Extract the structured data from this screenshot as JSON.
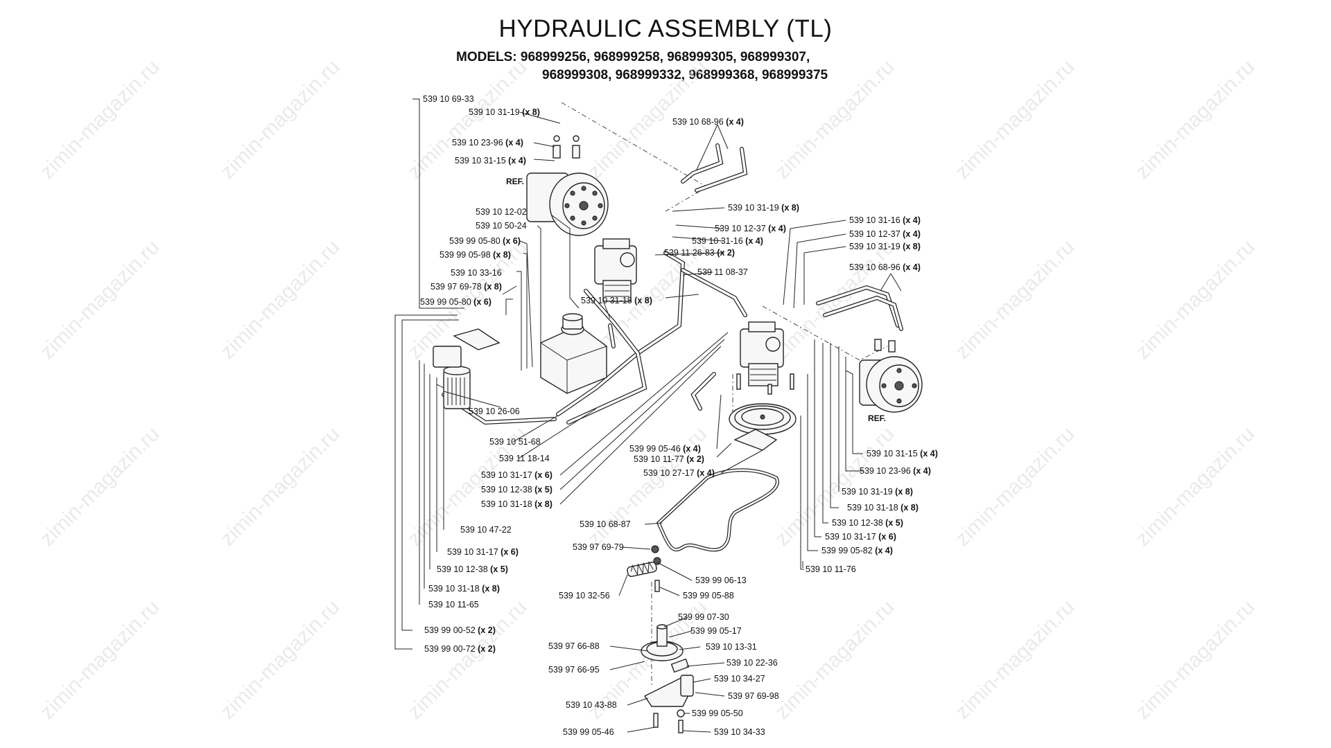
{
  "title": "HYDRAULIC ASSEMBLY (TL)",
  "models_line1": "MODELS:  968999256,  968999258,  968999305,  968999307,",
  "models_line2": "968999308, 968999332, 968999368, 968999375",
  "ref_label": "REF.",
  "watermark": "zimin-magazin.ru",
  "labels": {
    "l1": {
      "part": "539 10 69-33",
      "qty": ""
    },
    "l2": {
      "part": "539 10 31-19",
      "qty": "(x 8)"
    },
    "l3": {
      "part": "539 10 23-96",
      "qty": "(x 4)"
    },
    "l4": {
      "part": "539 10 31-15",
      "qty": "(x 4)"
    },
    "l5": {
      "part": "539 10 68-96",
      "qty": "(x 4)"
    },
    "l6": {
      "part": "539 10 12-02",
      "qty": ""
    },
    "l7": {
      "part": "539 10 50-24",
      "qty": ""
    },
    "l8": {
      "part": "539 99 05-80",
      "qty": "(x 6)"
    },
    "l9": {
      "part": "539 99 05-98",
      "qty": "(x 8)"
    },
    "l10": {
      "part": "539 10 33-16",
      "qty": ""
    },
    "l11": {
      "part": "539 97 69-78",
      "qty": "(x 8)"
    },
    "l12": {
      "part": "539 99 05-80",
      "qty": "(x 6)"
    },
    "l13": {
      "part": "539 10 31-19",
      "qty": "(x 8)"
    },
    "l14": {
      "part": "539 10 12-37",
      "qty": "(x 4)"
    },
    "l15": {
      "part": "539 10 31-16",
      "qty": "(x 4)"
    },
    "l16": {
      "part": "539 11 26-83",
      "qty": "(x 2)"
    },
    "l17": {
      "part": "539 11 08-37",
      "qty": ""
    },
    "l18": {
      "part": "539 10 31-18",
      "qty": "(x 8)"
    },
    "l19": {
      "part": "539 10 31-16",
      "qty": "(x 4)"
    },
    "l20": {
      "part": "539 10 12-37",
      "qty": "(x 4)"
    },
    "l21": {
      "part": "539 10 31-19",
      "qty": "(x 8)"
    },
    "l22": {
      "part": "539 10 68-96",
      "qty": "(x 4)"
    },
    "l23": {
      "part": "539 10 26-06",
      "qty": ""
    },
    "l24": {
      "part": "539 10 51-68",
      "qty": ""
    },
    "l25": {
      "part": "539 11 18-14",
      "qty": ""
    },
    "l26": {
      "part": "539 10 31-17",
      "qty": "(x 6)"
    },
    "l27": {
      "part": "539 10 12-38",
      "qty": "(x 5)"
    },
    "l28": {
      "part": "539 10 31-18",
      "qty": "(x 8)"
    },
    "l29": {
      "part": "539 99 05-46",
      "qty": "(x 4)"
    },
    "l30": {
      "part": "539 10 11-77",
      "qty": "(x 2)"
    },
    "l31": {
      "part": "539 10 27-17",
      "qty": "(x 4)"
    },
    "l32": {
      "part": "539 10 31-15",
      "qty": "(x 4)"
    },
    "l33": {
      "part": "539 10 23-96",
      "qty": "(x 4)"
    },
    "l34": {
      "part": "539 10 31-19",
      "qty": "(x 8)"
    },
    "l35": {
      "part": "539 10 31-18",
      "qty": "(x 8)"
    },
    "l36": {
      "part": "539 10 12-38",
      "qty": "(x 5)"
    },
    "l37": {
      "part": "539 10 31-17",
      "qty": "(x 6)"
    },
    "l38": {
      "part": "539 99 05-82",
      "qty": "(x 4)"
    },
    "l39": {
      "part": "539 10 11-76",
      "qty": ""
    },
    "l40": {
      "part": "539 10 47-22",
      "qty": ""
    },
    "l41": {
      "part": "539 10 68-87",
      "qty": ""
    },
    "l42": {
      "part": "539 10 31-17",
      "qty": "(x 6)"
    },
    "l43": {
      "part": "539 97 69-79",
      "qty": ""
    },
    "l44": {
      "part": "539 10 12-38",
      "qty": "(x 5)"
    },
    "l45": {
      "part": "539 99 06-13",
      "qty": ""
    },
    "l46": {
      "part": "539 10 31-18",
      "qty": "(x 8)"
    },
    "l47": {
      "part": "539 10 32-56",
      "qty": ""
    },
    "l48": {
      "part": "539 99 05-88",
      "qty": ""
    },
    "l49": {
      "part": "539 10 11-65",
      "qty": ""
    },
    "l50": {
      "part": "539 99 07-30",
      "qty": ""
    },
    "l51": {
      "part": "539 99 00-52",
      "qty": "(x 2)"
    },
    "l52": {
      "part": "539 99 05-17",
      "qty": ""
    },
    "l53": {
      "part": "539 97 66-88",
      "qty": ""
    },
    "l54": {
      "part": "539 10 13-31",
      "qty": ""
    },
    "l55": {
      "part": "539 99 00-72",
      "qty": "(x 2)"
    },
    "l56": {
      "part": "539 10 22-36",
      "qty": ""
    },
    "l57": {
      "part": "539 97 66-95",
      "qty": ""
    },
    "l58": {
      "part": "539 10 34-27",
      "qty": ""
    },
    "l59": {
      "part": "539 97 69-98",
      "qty": ""
    },
    "l60": {
      "part": "539 10 43-88",
      "qty": ""
    },
    "l61": {
      "part": "539 99 05-50",
      "qty": ""
    },
    "l62": {
      "part": "539 99 05-46",
      "qty": ""
    },
    "l63": {
      "part": "539 10 34-33",
      "qty": ""
    }
  }
}
